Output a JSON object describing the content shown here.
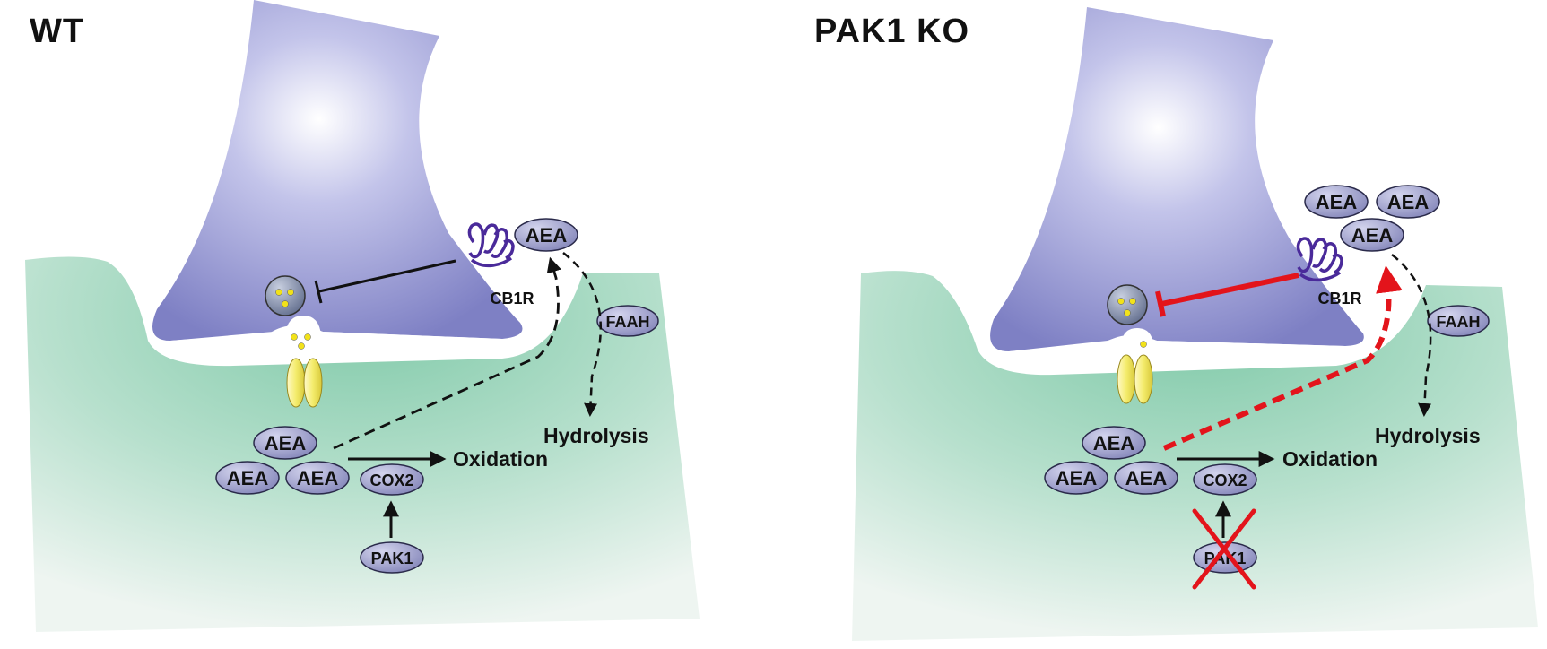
{
  "panels": {
    "wt": {
      "title": "WT",
      "aea_top": "AEA",
      "cb1r": "CB1R",
      "faah": "FAAH",
      "hydrolysis": "Hydrolysis",
      "oxidation": "Oxidation",
      "aea_stack": [
        "AEA",
        "AEA",
        "AEA"
      ],
      "cox2": "COX2",
      "pak1": "PAK1"
    },
    "ko": {
      "title": "PAK1 KO",
      "aea_top": [
        "AEA",
        "AEA",
        "AEA"
      ],
      "cb1r": "CB1R",
      "faah": "FAAH",
      "hydrolysis": "Hydrolysis",
      "oxidation": "Oxidation",
      "aea_stack": [
        "AEA",
        "AEA",
        "AEA"
      ],
      "cox2": "COX2",
      "pak1": "PAK1"
    }
  },
  "colors": {
    "presynaptic": "#8d8fcf",
    "postsynaptic": "#8fcfb2",
    "molecule": "#9b9dc7",
    "receptor": "#4a2a9a",
    "vesicle_dots": "#f2e21a",
    "channel": "#f3ec7a",
    "ko_highlight": "#e3141b",
    "arrow": "#111111"
  },
  "icons": {
    "receptor": "cb1-receptor-icon",
    "vesicle": "vesicle-icon",
    "channel": "ion-channel-icon",
    "knockout": "red-x-icon"
  }
}
